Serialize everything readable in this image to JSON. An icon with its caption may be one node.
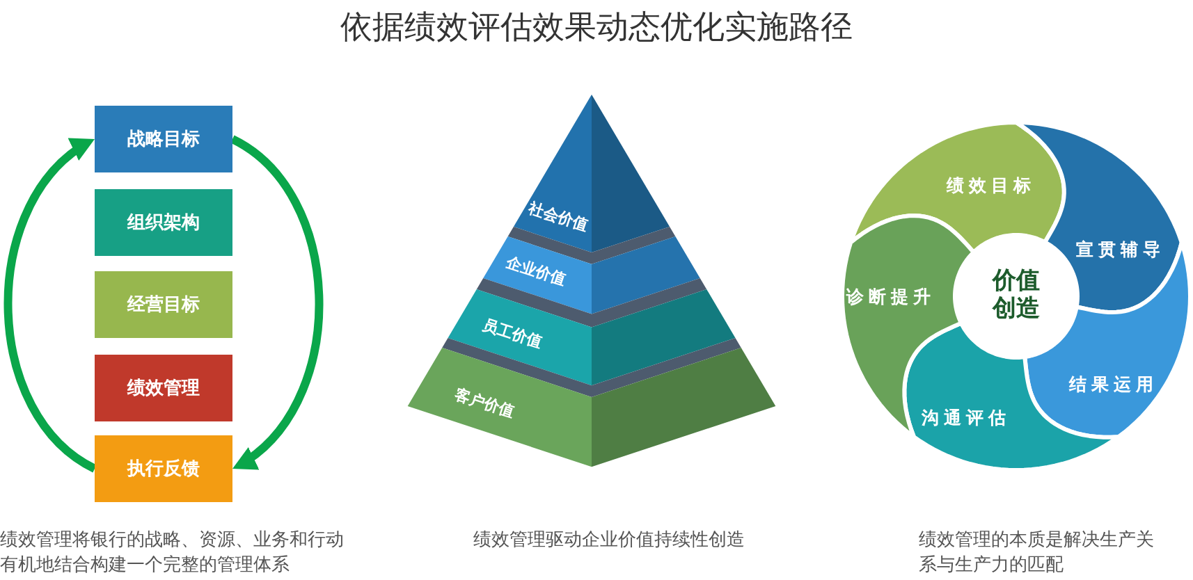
{
  "diagram": {
    "title": "依据绩效评估效果动态优化实施路径",
    "nodes": [
      {
        "text": [
          "战略目标"
        ]
      },
      {
        "text": [
          "组织架构"
        ]
      },
      {
        "text": [
          "经营目标"
        ]
      },
      {
        "text": [
          "绩效管理"
        ]
      },
      {
        "text": [
          "执行反馈"
        ]
      },
      {
        "text": [
          "社会价值"
        ]
      },
      {
        "text": [
          "企业价值"
        ]
      },
      {
        "text": [
          "员工价值"
        ]
      },
      {
        "text": [
          "客户价值"
        ]
      },
      {
        "text": [
          "绩效目标"
        ]
      },
      {
        "text": [
          "宣贯辅导"
        ]
      },
      {
        "text": [
          "结果运用"
        ]
      },
      {
        "text": [
          "沟通评估"
        ]
      },
      {
        "text": [
          "诊断提升"
        ]
      },
      {
        "text": [
          "价值创造"
        ]
      }
    ],
    "edges": [
      {
        "from": 0,
        "to": 4,
        "arrow": "to"
      },
      {
        "from": 4,
        "to": 0,
        "arrow": "to"
      }
    ],
    "labels": [
      "绩效管理将银行的战略、资源、业务和行动有机地结合构建一个完整的管理体系",
      "绩效管理驱动企业价值持续性创造",
      "绩效管理的本质是解决生产关系与生产力的匹配"
    ]
  }
}
